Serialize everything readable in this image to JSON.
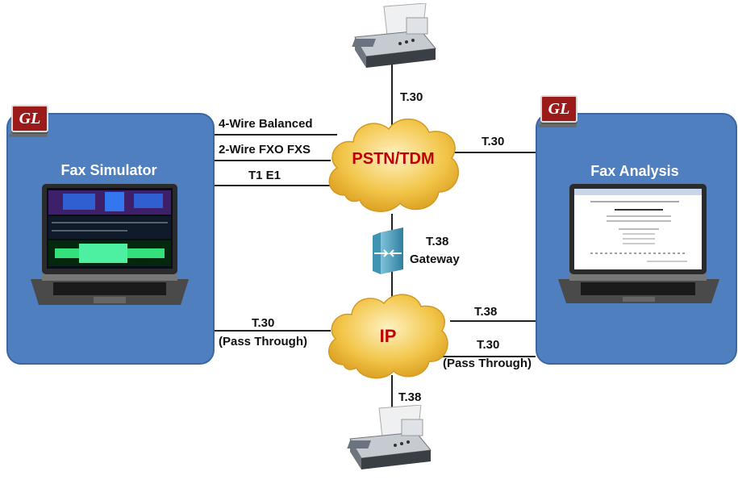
{
  "panels": {
    "left": {
      "title": "Fax Simulator",
      "logo": "GL"
    },
    "right": {
      "title": "Fax Analysis",
      "logo": "GL"
    }
  },
  "clouds": {
    "pstn": "PSTN/TDM",
    "ip": "IP"
  },
  "links": {
    "four_wire": "4-Wire Balanced",
    "two_wire": "2-Wire FXO FXS",
    "t1e1": "T1 E1",
    "top_fax": "T.30",
    "pstn_right": "T.30",
    "gateway_proto": "T.38",
    "gateway_label": "Gateway",
    "ip_left_1": "T.30",
    "ip_left_2": "(Pass Through)",
    "ip_right_top": "T.38",
    "ip_right_1": "T.30",
    "ip_right_2": "(Pass Through)",
    "bottom_fax": "T.38"
  },
  "colors": {
    "panel": "#4f7fbf",
    "cloud": "#f2c64a",
    "cloud_text": "#c00000",
    "logo": "#9b1b1b"
  }
}
